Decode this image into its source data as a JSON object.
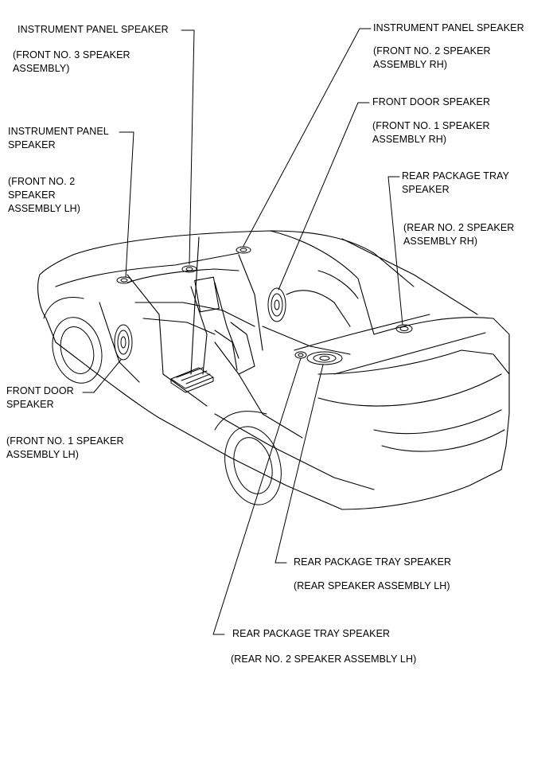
{
  "colors": {
    "line": "#000000",
    "background": "#ffffff"
  },
  "callouts": {
    "ip_speaker_center": {
      "name": "INSTRUMENT PANEL SPEAKER",
      "part": "(FRONT NO. 3 SPEAKER\nASSEMBLY)"
    },
    "ip_speaker_rh": {
      "name": "INSTRUMENT PANEL SPEAKER",
      "part": "(FRONT NO. 2 SPEAKER\nASSEMBLY RH)"
    },
    "ip_speaker_lh": {
      "name": "INSTRUMENT PANEL\nSPEAKER",
      "part": "(FRONT NO. 2\nSPEAKER\nASSEMBLY LH)"
    },
    "front_door_rh": {
      "name": "FRONT DOOR SPEAKER",
      "part": "(FRONT NO. 1 SPEAKER\nASSEMBLY RH)"
    },
    "rear_tray_rh": {
      "name": "REAR PACKAGE TRAY\nSPEAKER",
      "part": "(REAR NO. 2 SPEAKER\nASSEMBLY RH)"
    },
    "front_door_lh": {
      "name": "FRONT DOOR\nSPEAKER",
      "part": "(FRONT NO. 1 SPEAKER\nASSEMBLY LH)"
    },
    "rear_tray_lh": {
      "name": "REAR PACKAGE TRAY SPEAKER",
      "part": "(REAR SPEAKER ASSEMBLY LH)"
    },
    "rear_tray_lh2": {
      "name": "REAR PACKAGE TRAY SPEAKER",
      "part": "(REAR NO. 2 SPEAKER ASSEMBLY LH)"
    }
  }
}
